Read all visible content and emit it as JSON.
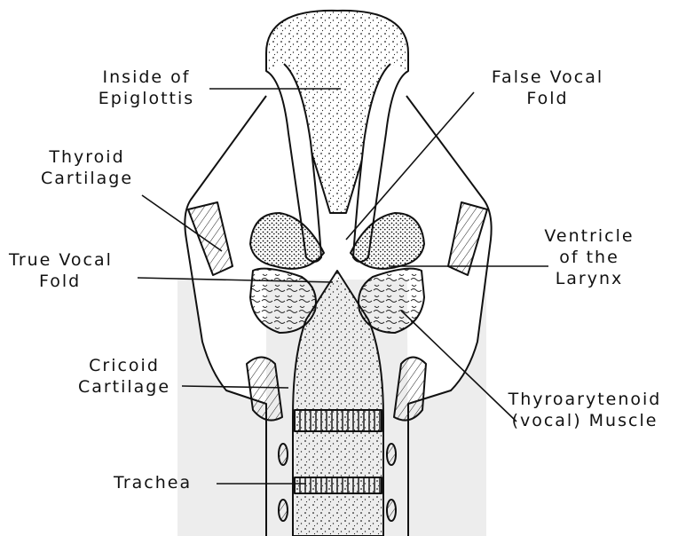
{
  "labels": {
    "epiglottis": [
      "Inside of",
      "Epiglottis"
    ],
    "false_fold": [
      "False Vocal",
      "Fold"
    ],
    "thyroid": [
      "Thyroid",
      "Cartilage"
    ],
    "ventricle": [
      "Ventricle",
      "of the",
      "Larynx"
    ],
    "true_fold": [
      "True Vocal",
      "Fold"
    ],
    "cricoid": [
      "Cricoid",
      "Cartilage"
    ],
    "thyroarytenoid": [
      "Thyroarytenoid",
      "(vocal) Muscle"
    ],
    "trachea": [
      "Trachea"
    ]
  },
  "colors": {
    "ink": "#111111",
    "shade": "#efefef",
    "paper": "#ffffff"
  }
}
